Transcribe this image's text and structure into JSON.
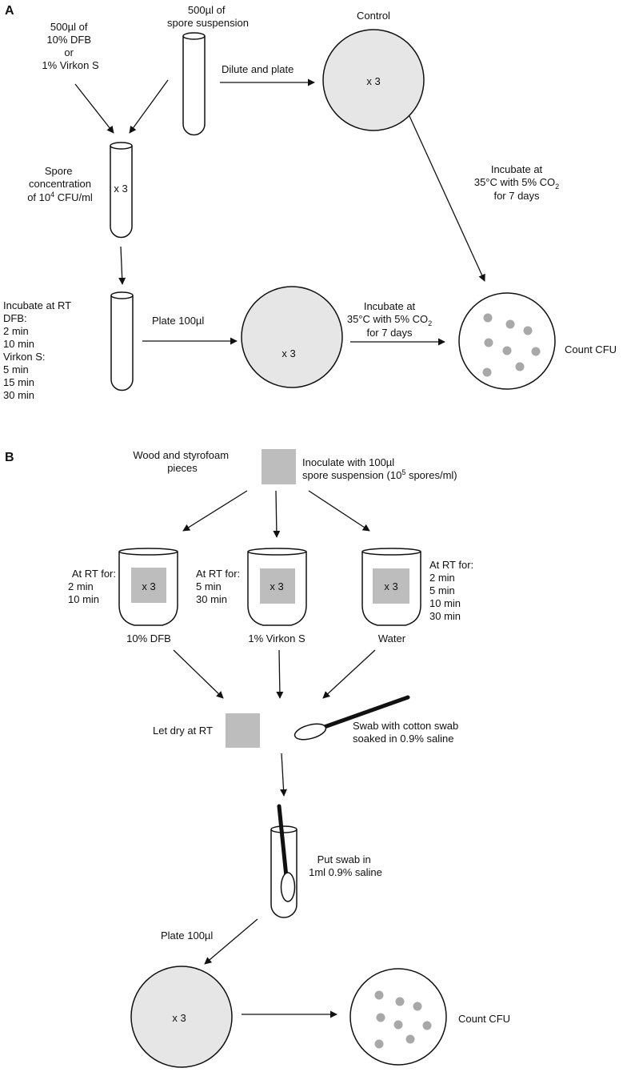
{
  "colors": {
    "dish_fill": "#e6e6e6",
    "square_fill": "#bdbdbd",
    "colony_fill": "#a8a8a8",
    "stroke": "#111111"
  },
  "panel_a": {
    "label": "A",
    "reagent_lines": [
      "500µl of",
      "10% DFB",
      "or",
      "1% Virkon S"
    ],
    "spore_lines": [
      "500µl of",
      "spore suspension"
    ],
    "control": "Control",
    "dilute_plate": "Dilute and plate",
    "x3": "x 3",
    "concentration": {
      "l1": "Spore",
      "l2": "concentration",
      "l3a": "of 10",
      "l3sup": "4",
      "l3b": " CFU/ml"
    },
    "incubate_control": {
      "l1": "Incubate at",
      "l2a": "35°C with 5% CO",
      "l2sub": "2",
      "l3": "for 7 days"
    },
    "incubate_rt_lines": [
      "Incubate at RT",
      "DFB:",
      "2 min",
      "10 min",
      "Virkon S:",
      "5 min",
      "15 min",
      "30 min"
    ],
    "plate": "Plate 100µl",
    "incubate_plate": {
      "l1": "Incubate at",
      "l2a": "35°C with 5% CO",
      "l2sub": "2",
      "l3": "for 7 days"
    },
    "count": "Count CFU"
  },
  "panel_b": {
    "label": "B",
    "pieces_lines": [
      "Wood and styrofoam",
      "pieces"
    ],
    "inoculate": {
      "l1": "Inoculate with 100µl",
      "l2a": "spore suspension (10",
      "l2sup": "5",
      "l2b": " spores/ml)"
    },
    "x3": "x 3",
    "beakers": [
      {
        "name": "10% DFB",
        "times": [
          "At RT for:",
          "2 min",
          "10 min"
        ]
      },
      {
        "name": "1% Virkon S",
        "times": [
          "At RT for:",
          "5 min",
          "30 min"
        ]
      },
      {
        "name": "Water",
        "times": [
          "At RT for:",
          "2 min",
          "5 min",
          "10 min",
          "30 min"
        ]
      }
    ],
    "let_dry": "Let dry at RT",
    "swab_lines": [
      "Swab with cotton swab",
      "soaked in 0.9% saline"
    ],
    "put_swab_lines": [
      "Put swab in",
      "1ml 0.9% saline"
    ],
    "plate": "Plate 100µl",
    "count": "Count CFU"
  }
}
